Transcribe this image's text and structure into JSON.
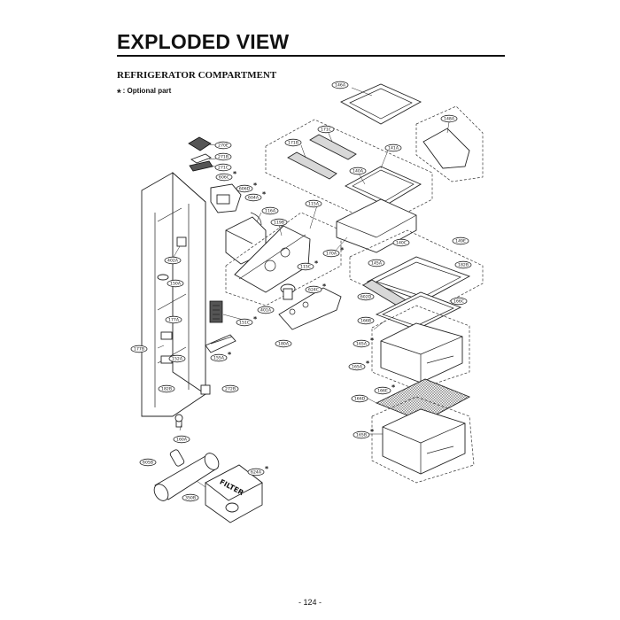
{
  "header": {
    "title": "EXPLODED VIEW",
    "section": "REFRIGERATOR COMPARTMENT",
    "optional_mark": "*",
    "optional_note": ": Optional part"
  },
  "footer": {
    "page_number": "- 124 -"
  },
  "filter_box_label": "FILTER",
  "callouts": [
    {
      "id": "146A",
      "label": "146A",
      "optional": false
    },
    {
      "id": "148A",
      "label": "148A",
      "optional": false
    },
    {
      "id": "171C",
      "label": "171C",
      "optional": false
    },
    {
      "id": "171B",
      "label": "171B",
      "optional": false
    },
    {
      "id": "141A",
      "label": "141A",
      "optional": false
    },
    {
      "id": "140A",
      "label": "140A",
      "optional": false
    },
    {
      "id": "115A",
      "label": "115A",
      "optional": false
    },
    {
      "id": "119B",
      "label": "119B",
      "optional": false
    },
    {
      "id": "170A",
      "label": "170A",
      "optional": true
    },
    {
      "id": "149E",
      "label": "149E",
      "optional": false
    },
    {
      "id": "140C",
      "label": "140C",
      "optional": false
    },
    {
      "id": "145A",
      "label": "145A",
      "optional": false
    },
    {
      "id": "182B",
      "label": "182B",
      "optional": false
    },
    {
      "id": "270E",
      "label": "270E",
      "optional": false
    },
    {
      "id": "271B",
      "label": "271B",
      "optional": false
    },
    {
      "id": "271C",
      "label": "271C",
      "optional": false
    },
    {
      "id": "606C",
      "label": "606C",
      "optional": true
    },
    {
      "id": "606D",
      "label": "606D",
      "optional": true
    },
    {
      "id": "604A",
      "label": "604A",
      "optional": true
    },
    {
      "id": "116A",
      "label": "116A",
      "optional": false
    },
    {
      "id": "402A",
      "label": "402A",
      "optional": false
    },
    {
      "id": "150A",
      "label": "150A",
      "optional": false
    },
    {
      "id": "115C",
      "label": "115C",
      "optional": true
    },
    {
      "id": "624C",
      "label": "624C",
      "optional": true
    },
    {
      "id": "401A",
      "label": "401A",
      "optional": false
    },
    {
      "id": "180A",
      "label": "180A",
      "optional": false
    },
    {
      "id": "177A",
      "label": "177A",
      "optional": false
    },
    {
      "id": "151C",
      "label": "151C",
      "optional": true
    },
    {
      "id": "177B",
      "label": "177B",
      "optional": false
    },
    {
      "id": "152A",
      "label": "152A",
      "optional": false
    },
    {
      "id": "155A",
      "label": "155A",
      "optional": true
    },
    {
      "id": "182B_lower",
      "label": "182B",
      "optional": false
    },
    {
      "id": "272B",
      "label": "272B",
      "optional": false
    },
    {
      "id": "160A",
      "label": "160A",
      "optional": false
    },
    {
      "id": "605B",
      "label": "605B",
      "optional": false
    },
    {
      "id": "624A",
      "label": "624A",
      "optional": true
    },
    {
      "id": "350B",
      "label": "350B",
      "optional": false
    },
    {
      "id": "602D",
      "label": "602D",
      "optional": false
    },
    {
      "id": "166C",
      "label": "166C",
      "optional": false
    },
    {
      "id": "166B",
      "label": "166B",
      "optional": false
    },
    {
      "id": "165A",
      "label": "165A",
      "optional": true
    },
    {
      "id": "165A_2",
      "label": "165A",
      "optional": true
    },
    {
      "id": "166E",
      "label": "166E",
      "optional": true
    },
    {
      "id": "166D",
      "label": "166D",
      "optional": false
    },
    {
      "id": "165B",
      "label": "165B",
      "optional": true
    }
  ]
}
